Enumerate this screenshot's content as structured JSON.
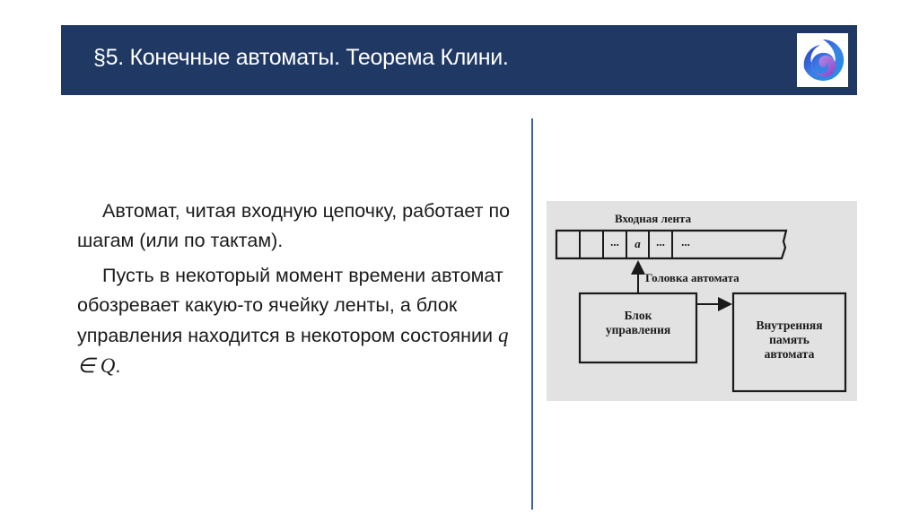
{
  "header": {
    "title": "§5. Конечные автоматы. Теорема Клини.",
    "background_color": "#1f3864",
    "logo_icon": "swirl-logo-icon"
  },
  "body_text": {
    "paragraphs": [
      "Автомат, читая входную цепочку, работает по шагам (или по тактам).",
      "Пусть в некоторый момент времени автомат обозревает какую-то ячейку ленты, а блок управления находится в некотором состоянии "
    ],
    "math_expression": "q ∈ Q",
    "trailing_punctuation": "."
  },
  "divider_color": "#3e5fa0",
  "diagram": {
    "tape_label": "Входная лента",
    "tape_cells": [
      "",
      "",
      "...",
      "a",
      "...",
      "..."
    ],
    "head_label": "Головка автомата",
    "control_block_line1": "Блок",
    "control_block_line2": "управления",
    "memory_block_line1": "Внутренняя",
    "memory_block_line2": "память",
    "memory_block_line3": "автомата",
    "background_color": "#e2e2e2"
  }
}
